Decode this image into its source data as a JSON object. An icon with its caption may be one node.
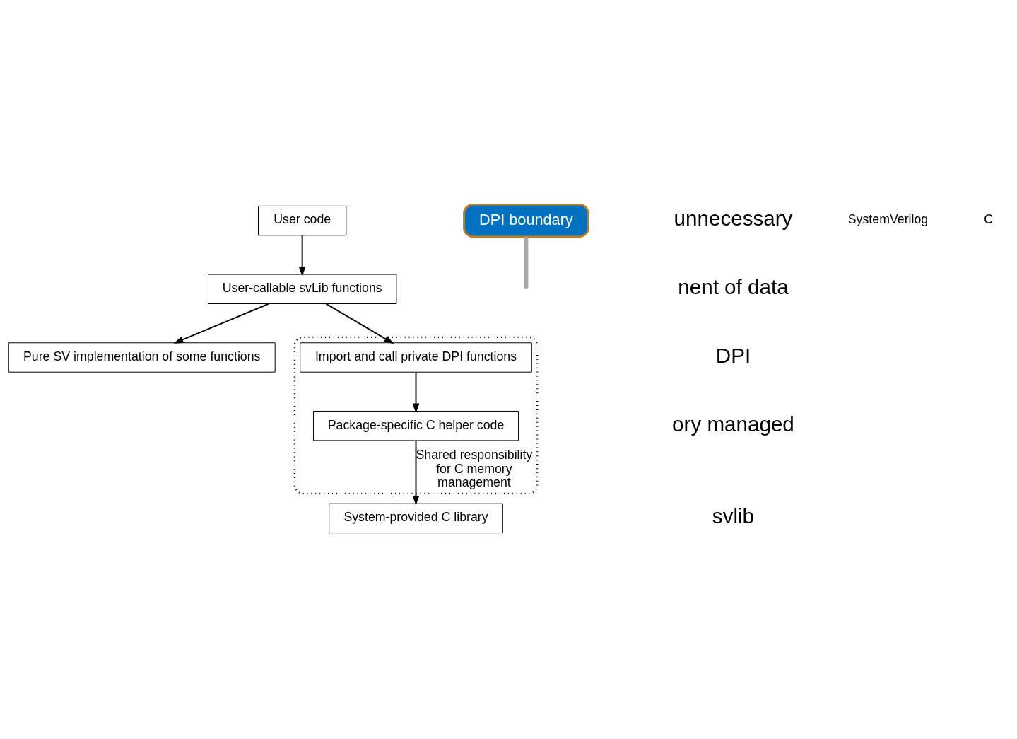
{
  "diagram": {
    "nodes": [
      {
        "text": [
          "User code"
        ]
      },
      {
        "text": [
          "User-callable svLib functions"
        ]
      },
      {
        "text": [
          "Pure SV implementation of some functions"
        ]
      },
      {
        "text": [
          "Shared responsibility for C memory management"
        ]
      },
      {
        "text": [
          "Import and call private DPI functions"
        ],
        "in": 3
      },
      {
        "text": [
          "Package-specific C helper code"
        ],
        "in": 3
      },
      {
        "text": [
          "System-provided C library"
        ]
      },
      {
        "text": [
          "DPI boundary"
        ]
      }
    ],
    "edges": [
      {
        "from": 0,
        "to": 1,
        "arrow": "to"
      },
      {
        "from": 1,
        "to": 2,
        "arrow": "to"
      },
      {
        "from": 1,
        "to": 4,
        "arrow": "to"
      },
      {
        "from": 4,
        "to": 5,
        "arrow": "to"
      },
      {
        "from": 5,
        "to": 6,
        "arrow": "to"
      },
      {
        "from": 7,
        "to": null,
        "arrow": "none",
        "style": "thick",
        "color": "#a6a6a6"
      }
    ],
    "labels": [
      "unnecessary",
      "nent of data",
      "DPI",
      "ory managed",
      "svlib",
      "SystemVerilog",
      "C"
    ]
  }
}
